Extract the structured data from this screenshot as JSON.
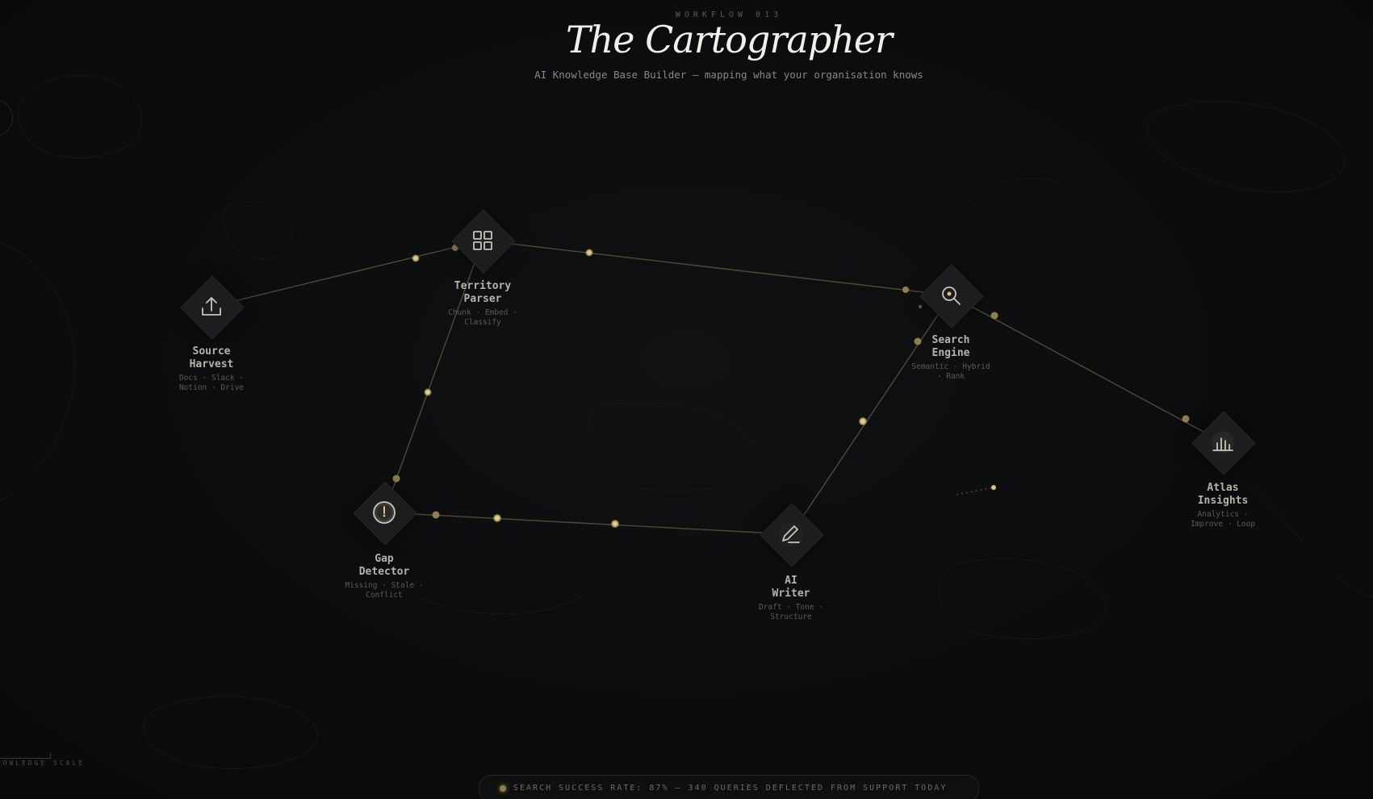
{
  "header": {
    "eyebrow": "WORKFLOW 013",
    "title": "The Cartographer",
    "subtitle": "AI Knowledge Base Builder — mapping what your organisation knows"
  },
  "nodes": [
    {
      "id": "source-harvest",
      "label_1": "Source",
      "label_2": "Harvest",
      "tags_1": "Docs · Slack ·",
      "tags_2": "Notion · Drive",
      "icon": "upload-icon"
    },
    {
      "id": "territory-parser",
      "label_1": "Territory",
      "label_2": "Parser",
      "tags_1": "Chunk · Embed ·",
      "tags_2": "Classify",
      "icon": "grid-icon"
    },
    {
      "id": "search-engine",
      "label_1": "Search",
      "label_2": "Engine",
      "tags_1": "Semantic · Hybrid",
      "tags_2": "· Rank",
      "icon": "search-icon"
    },
    {
      "id": "atlas-insights",
      "label_1": "Atlas",
      "label_2": "Insights",
      "tags_1": "Analytics ·",
      "tags_2": "Improve · Loop",
      "icon": "bar-chart-icon"
    },
    {
      "id": "gap-detector",
      "label_1": "Gap",
      "label_2": "Detector",
      "tags_1": "Missing · Stale ·",
      "tags_2": "Conflict",
      "icon": "gauge-icon"
    },
    {
      "id": "ai-writer",
      "label_1": "AI",
      "label_2": "Writer",
      "tags_1": "Draft · Tone ·",
      "tags_2": "Structure",
      "icon": "pencil-icon"
    }
  ],
  "connections": [
    [
      "source-harvest",
      "territory-parser"
    ],
    [
      "territory-parser",
      "search-engine"
    ],
    [
      "search-engine",
      "atlas-insights"
    ],
    [
      "territory-parser",
      "gap-detector"
    ],
    [
      "gap-detector",
      "ai-writer"
    ],
    [
      "ai-writer",
      "search-engine"
    ]
  ],
  "scale": {
    "label": "KNOWLEDGE SCALE"
  },
  "status": {
    "text": "SEARCH SUCCESS RATE: 87% — 340 QUERIES DEFLECTED FROM SUPPORT TODAY"
  },
  "colors": {
    "background": "#0b0c0d",
    "accent": "#d8c27a",
    "wire": "#6b5f38"
  }
}
